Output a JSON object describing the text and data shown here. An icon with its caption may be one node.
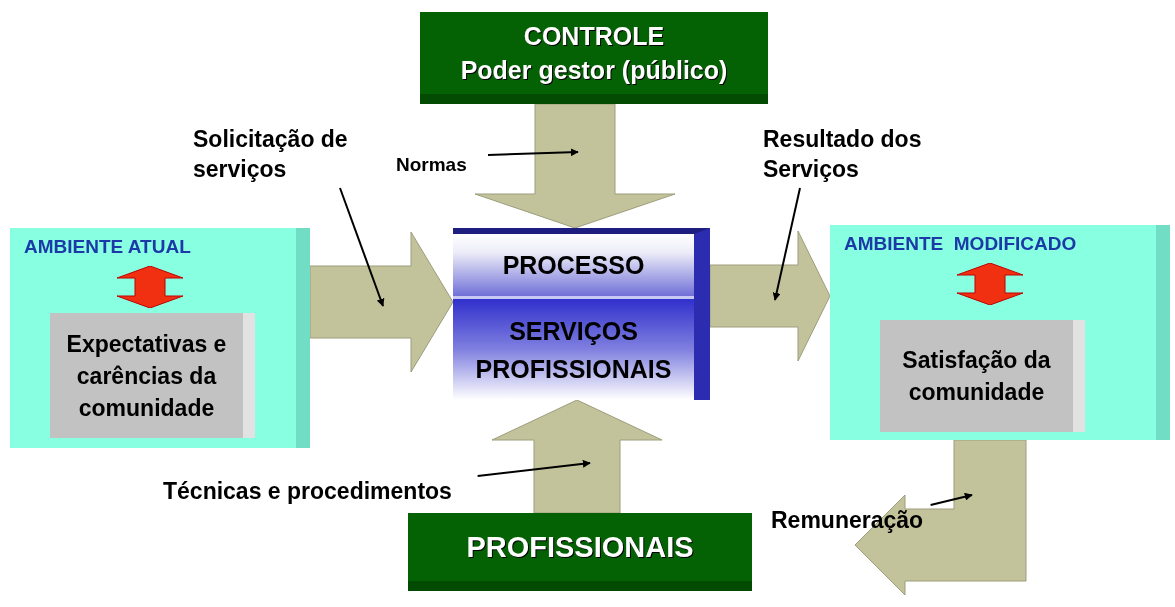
{
  "diagram": {
    "nodes": [
      {
        "text": [
          "CONTROLE",
          "Poder gestor (público)"
        ]
      },
      {
        "text": [
          "AMBIENTE ATUAL"
        ]
      },
      {
        "text": [
          "Expectativas e carências da comunidade"
        ],
        "in": 1
      },
      {
        "text": [
          "PROCESSO",
          "SERVIÇOS PROFISSIONAIS"
        ]
      },
      {
        "text": [
          "AMBIENTE  MODIFICADO"
        ]
      },
      {
        "text": [
          "Satisfação da comunidade"
        ],
        "in": 4
      },
      {
        "text": [
          "PROFISSIONAIS"
        ]
      },
      {
        "text": [
          "Solicitação de serviços"
        ]
      },
      {
        "text": [
          "Normas"
        ]
      },
      {
        "text": [
          "Resultado dos Serviços"
        ]
      },
      {
        "text": [
          "Técnicas e procedimentos"
        ]
      },
      {
        "text": [
          "Remuneração"
        ]
      }
    ],
    "edges": [
      {
        "from": 1,
        "to": 3,
        "arrow": "to",
        "style": "thick",
        "color": "#c3c39b"
      },
      {
        "from": 0,
        "to": 3,
        "arrow": "to",
        "style": "thick",
        "color": "#c3c39b"
      },
      {
        "from": 3,
        "to": 4,
        "arrow": "to",
        "style": "thick",
        "color": "#c3c39b"
      },
      {
        "from": 6,
        "to": 3,
        "arrow": "to",
        "style": "thick",
        "color": "#c3c39b"
      },
      {
        "from": 4,
        "to": null,
        "arrow": "to",
        "style": "thick",
        "color": "#c3c39b"
      },
      {
        "from": 7,
        "to": null,
        "arrow": "to"
      },
      {
        "from": 8,
        "to": null,
        "arrow": "to"
      },
      {
        "from": 9,
        "to": null,
        "arrow": "to"
      },
      {
        "from": 10,
        "to": null,
        "arrow": "to"
      },
      {
        "from": 11,
        "to": null,
        "arrow": "to"
      }
    ]
  }
}
